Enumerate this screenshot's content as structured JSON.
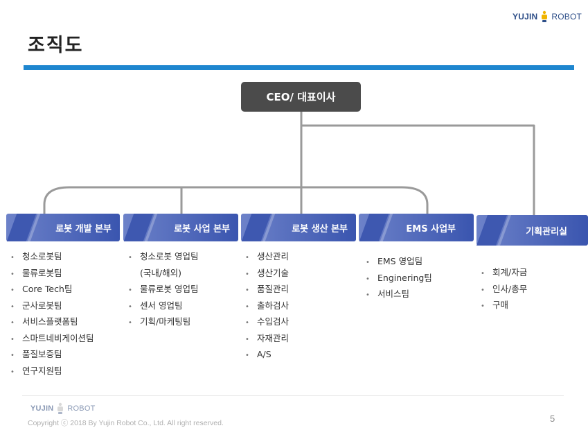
{
  "brand": {
    "left": "YUJIN",
    "right": "ROBOT"
  },
  "title": "조직도",
  "ceo": "CEO/ 대표이사",
  "departments": [
    {
      "name": "로봇 개발 본부",
      "teams": [
        {
          "text": "청소로봇팀"
        },
        {
          "text": "물류로봇팀"
        },
        {
          "text": "Core Tech팀"
        },
        {
          "text": "군사로봇팀"
        },
        {
          "text": "서비스플랫폼팀"
        },
        {
          "text": "스마트네비게이션팀"
        },
        {
          "text": "품질보증팀"
        },
        {
          "text": "연구지원팀"
        }
      ]
    },
    {
      "name": "로봇 사업 본부",
      "teams": [
        {
          "text": "청소로봇 영업팀"
        },
        {
          "text": "(국내/해외)",
          "continuation": true
        },
        {
          "text": "물류로봇 영업팀"
        },
        {
          "text": "센서 영업팀"
        },
        {
          "text": "기획/마케팅팀"
        }
      ]
    },
    {
      "name": "로봇 생산 본부",
      "teams": [
        {
          "text": "생산관리"
        },
        {
          "text": "생산기술"
        },
        {
          "text": "품질관리"
        },
        {
          "text": "출하검사"
        },
        {
          "text": "수입검사"
        },
        {
          "text": "자재관리"
        },
        {
          "text": "A/S"
        }
      ]
    },
    {
      "name": "EMS 사업부",
      "teams": [
        {
          "text": "EMS 영업팀"
        },
        {
          "text": "Enginering팀"
        },
        {
          "text": "서비스팀"
        }
      ]
    },
    {
      "name": "기획관리실",
      "teams": [
        {
          "text": "회계/자금"
        },
        {
          "text": "인사/총무"
        },
        {
          "text": "구매"
        }
      ]
    }
  ],
  "footer": {
    "copyright": "Copyright ⓒ 2018 By Yujin Robot Co., Ltd. All right reserved.",
    "page": "5"
  },
  "colors": {
    "accent_bar": "#1e86cf",
    "ceo_box": "#4b4b4b",
    "dept_box": "#3a55af",
    "connector": "#9a9a9a"
  }
}
